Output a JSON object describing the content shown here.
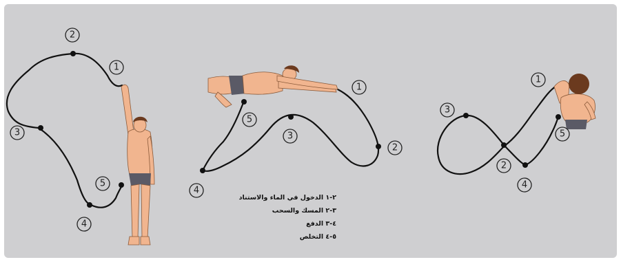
{
  "diagrams": [
    {
      "name": "standing-swimmer",
      "markers": [
        "1",
        "2",
        "3",
        "4",
        "5"
      ]
    },
    {
      "name": "horizontal-swimmer",
      "markers": [
        "1",
        "2",
        "3",
        "4",
        "5"
      ]
    },
    {
      "name": "top-view-swimmer",
      "markers": [
        "1",
        "2",
        "3",
        "4",
        "5"
      ]
    }
  ],
  "legend": [
    "٢-١ الدخول في الماء والاستناد",
    "٣-٢ المسك والسحب",
    "٤-٣ الدفع",
    "٥-٤ التخلص"
  ],
  "colors": {
    "background": "#cfcfd1",
    "path": "#111111",
    "skin": "#f1b58f",
    "hair": "#6b3a1e",
    "swimwear": "#5a5a66"
  }
}
